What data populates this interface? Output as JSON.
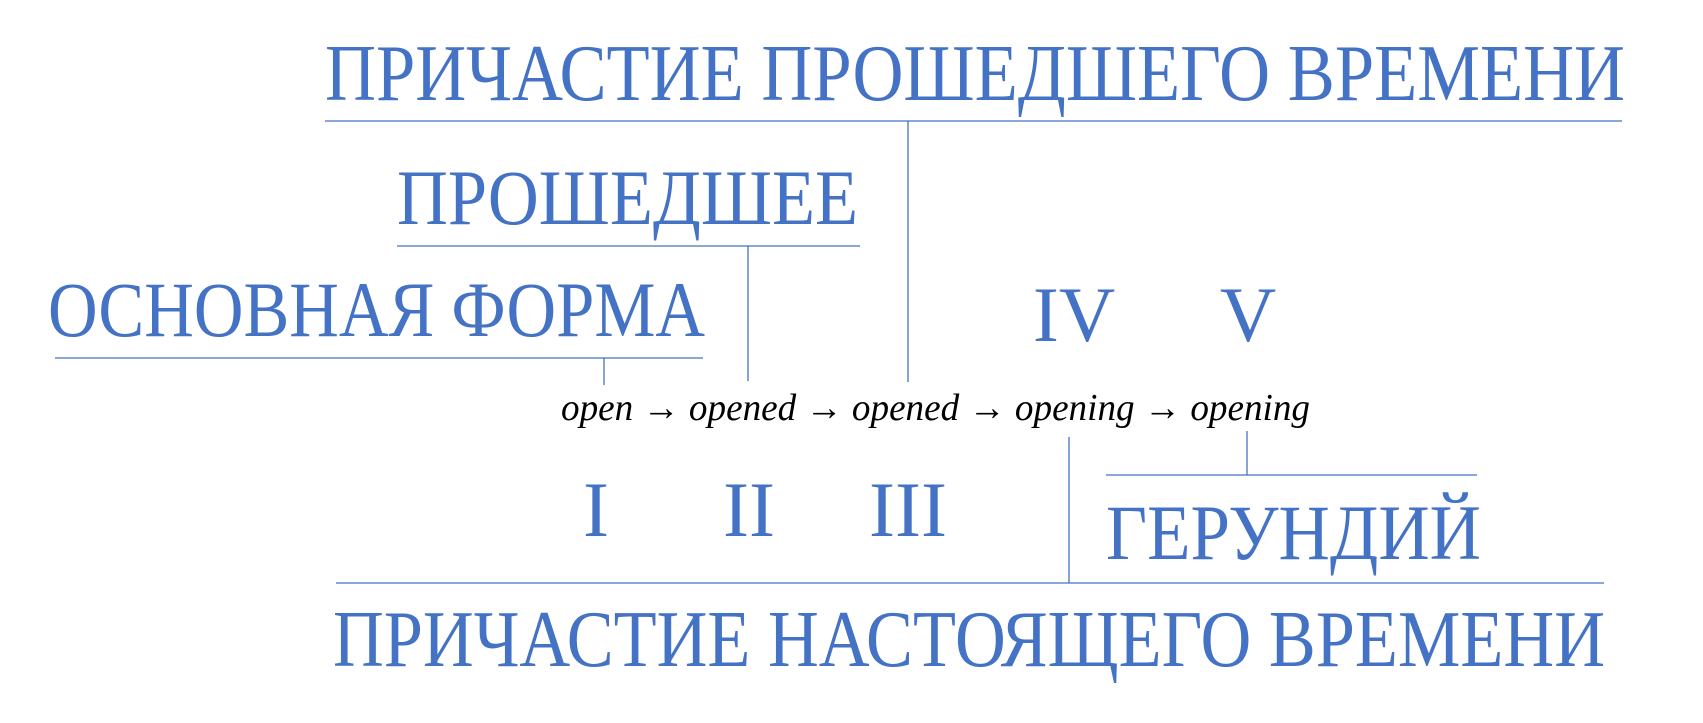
{
  "diagram": {
    "accent_color": "#4472C4",
    "past_participle": "ПРИЧАСТИЕ ПРОШЕДШЕГО ВРЕМЕНИ",
    "past": "ПРОШЕДШЕЕ",
    "base_form": "ОСНОВНАЯ ФОРМА",
    "upper_numerals": [
      "IV",
      "V"
    ],
    "verb_chain": "open → opened → opened → opening → opening",
    "lower_numerals": [
      "I",
      "II",
      "III"
    ],
    "gerund": "ГЕРУНДИЙ",
    "present_participle": "ПРИЧАСТИЕ НАСТОЯЩЕГО ВРЕМЕНИ"
  }
}
